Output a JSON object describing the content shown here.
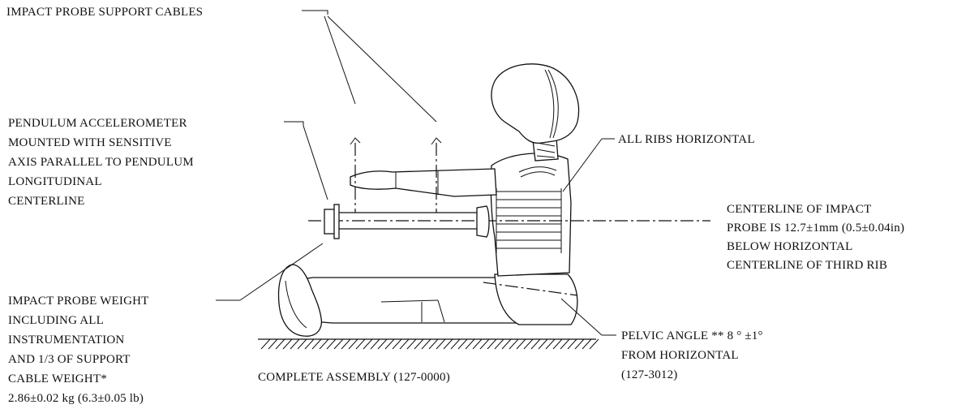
{
  "labels": {
    "support_cables": "IMPACT PROBE SUPPORT CABLES",
    "pendulum": [
      "PENDULUM ACCELEROMETER",
      "MOUNTED WITH SENSITIVE",
      "AXIS PARALLEL TO PENDULUM",
      "LONGITUDINAL",
      "CENTERLINE"
    ],
    "ribs": "ALL RIBS HORIZONTAL",
    "centerline": [
      "CENTERLINE  OF  IMPACT",
      "PROBE IS 12.7±1mm (0.5±0.04in)",
      "BELOW HORIZONTAL",
      "CENTERLINE OF THIRD RIB"
    ],
    "probe_weight": [
      "IMPACT PROBE WEIGHT",
      "INCLUDING ALL",
      "INSTRUMENTATION",
      "AND 1/3 OF SUPPORT",
      "CABLE WEIGHT*",
      "2.86±0.02 kg (6.3±0.05 lb)"
    ],
    "assembly": "COMPLETE ASSEMBLY (127-0000)",
    "pelvic": [
      "PELVIC ANGLE ** 8 ° ±1°",
      "FROM HORIZONTAL",
      "(127-3012)"
    ]
  },
  "colors": {
    "ink": "#111111",
    "paper": "#ffffff"
  }
}
